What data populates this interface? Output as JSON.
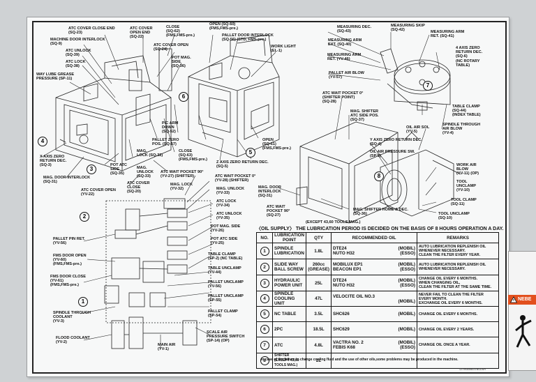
{
  "labels": {
    "atc_cover_close_end": "ATC COVER CLOSE END\n(SQ-23)",
    "machine_door_interlock": "MACHINE DOOR INTERLOCK\n(SQ-9)",
    "atc_unlock": "ATC UNLOCK\n(SQ-39)",
    "atc_lock": "ATC LOCK\n(SQ-38)",
    "way_lube": "WAY LUBE GREASE\nPRESSURE (SP-11)",
    "atc_cover_open_end": "ATC COVER\nOPEN END\n(SQ-22)",
    "close_sq62": "CLOSE\n(SQ-62)\n(FMS,FMS-pre.)",
    "atc_cover_open_sq24": "ATC COVER OPEN\n(SQ-24)",
    "pot_mag_side_sq36": "POT MAG.\nSIDE\n(SQ-36)",
    "open_sq60": "OPEN (SQ-60)\n(FMS,FMS-pre.)",
    "pallet_door_interlock": "PALLET DOOR INTERLOCK\n(SQ-56) (STD, FMS-pre.)",
    "work_light": "WORK LIGHT\n(EL-1)",
    "measuring_dec": "MEASURING DEC.\n(SQ-43)",
    "measuring_skip": "MEASURING SKIP\n(SQ-42)",
    "measuring_arm_ext": "MEASURING ARM\nEXT. (SQ-40)",
    "measuring_arm_ret_yv46": "MEASURING ARM\nRET. (YV-46)",
    "measuring_arm_ret_sq41": "MEASURING ARM\nRET. (SQ-41)",
    "four_axis_zero": "4 AXIS ZERO\nRETURN DEC.\n(SQ-6)\n(NC ROTARY\nTABLE)",
    "pallet_air_blow": "PALLET AIR BLOW\n(YV-57)",
    "atc_wait_pocket_0_sq28": "ATC WAIT POCKET 0°\n(SHIFTER POINT)\n(SQ-28)",
    "mag_shifter_atc_side": "MAG. SHIFTER\nATC SIDE POS.\n(SQ-37)",
    "table_clamp_sq44": "TABLE CLAMP\n(SQ-44)\n(INDEX TABLE)",
    "spindle_through_air_blow": "SPINDLE THROUGH\nAIR BLOW\n(YV-4)",
    "oil_air_sol": "OIL AIR SOL\n(YV-5)",
    "y_axis_zero": "Y AXIS ZERO RETURN DEC.\n(SQ-4)",
    "oil_air_pressure_sw": "OIL AIR PRESSURE SW.\n(SP-5)",
    "work_air_blow": "WORK AIR\nBLOW\n(YV-11) (OP)",
    "tool_unclamp_yv10": "TOOL\nUNCLAMP\n(YV-10)",
    "tool_clamp_sq11": "TOOL CLAMP\n(SQ-11)",
    "tool_unclamp_sq10": "TOOL UNCLAMP\n(SQ-10)",
    "mag_shifter_home": "MAG. SHIFTER HOME & DEC.\n(SQ-36)",
    "p_c_arm_down": "P/C ARM\nDOWN\n(SQ-52)",
    "pallet_zero_pos": "PALLET ZERO\nPOS. (SQ-57)",
    "x_axis_zero": "X AXIS ZERO\nRETURN DEC.\n(SQ-3)",
    "mag_lock_sq32": "MAG.\nLOCK (SQ-32)",
    "close_sq63": "CLOSE\n(SQ-63)\n(FMS,FMS-pre.)",
    "open_sq61": "OPEN\n(SQ-61)\n(FMS,FMS-pre.)",
    "z_axis_zero": "Z AXIS ZERO RETURN DEC.\n(SQ-5)",
    "pot_atc_side_sq35": "POT ATC\nSIDE\n(SQ-35)",
    "mag_unlock_sq33": "MAG.\nUNLOCK\n(SQ-33)",
    "atc_wait_pocket_90_yv27": "ATC WAIT POCKET 90°\n(YV-27) (SHIFTER)",
    "atc_wait_pocket_0_yv28": "ATC WAIT POCKET 0°\n(YV-28) (SHIFTER)",
    "mag_door_interlock_sq31": "MAG. DOOR INTERLOCK\n(SQ-31)",
    "atc_cover_sq20": "ATC COVER\nCLOSE\n(SQ-20)",
    "mag_lock_yv32": "MAG. LOCK\n(YV-32)",
    "mag_unlock_yv33": "MAG. UNLOCK\n(YV-33)",
    "mag_door_interlock_right": "MAG. DOOR\nINTERLOCK\n(SQ-31)",
    "atc_wait_pocket_90_sq27": "ATC WAIT\nPOCKET 90°\n(SQ-27)",
    "atc_cover_open_yv22": "ATC COVER OPEN\n(YV-22)",
    "atc_lock_yv34": "ATC LOCK\n(YV-34)",
    "atc_unlock_yv35": "ATC UNLOCK\n(YV-35)",
    "pot_mag_side_yv26": "POT MAG. SIDE\n(YV-26)",
    "pot_atc_side_yv25": "POT ATC SIDE\n(YV-25)",
    "table_clamp_sp2": "TABLE CLAMP\n(SP-2) (NC TABLE)",
    "table_unclamp_yv44": "TABLE UNCLAMP\n(YV-44)",
    "pallet_unclamp_yv56": "PALLET UNCLAMP\n(YV-56)",
    "pallet_unclamp_sp55": "PALLET UNCLAMP\n(SP-55)",
    "pallet_clamp_sp54": "PALLET CLAMP\n(SP-54)",
    "scale_air": "SCALE AIR\nPRESSURE SWITCH\n(SP-14) (OP)",
    "main_air": "MAIN AIR\n(YV-1)",
    "flood_coolant": "FLOOD COOLANT\n(YV-2)",
    "spindle_through_coolant": "SPINDLE THROUGH\nCOOLANT\n(YV-3)",
    "fms_door_close": "FMS DOOR CLOSE\n(YV-61)\n(FMS,FMS-pre.)",
    "fms_door_open": "FMS DOOR OPEN\n(YV-60)\n(FMS,FMS-pre.)",
    "pallet_pin_ret": "PALLET PIN RET.\n(YV-56)",
    "except_tools": "(EXCEPT 43,60 TOOLS MAG.)"
  },
  "callout_numbers": [
    "1",
    "2",
    "3",
    "4",
    "5",
    "6",
    "7",
    "8"
  ],
  "oil_supply": {
    "title": "〈OIL SUPPLY〉",
    "period_note": "THE LUBRICATION PERIOD IS DECIDED ON THE BASIS OF 8 HOURS OPERATION A DAY.",
    "headers": {
      "no": "NO.",
      "point": "LUBRICATION POINT",
      "qty": "QTY",
      "oil": "RECOMMENDED OIL",
      "remarks": "REMARKS"
    },
    "rows": [
      {
        "no": "1",
        "point": "SPINDLE\nLUBRICATION",
        "qty": "1.8L",
        "oil_a": "DTE24",
        "brand_a": "(MOBIL)",
        "oil_b": "NUTO H32",
        "brand_b": "(ESSO)",
        "remarks": "AUTO LUBRICATION REPLENISH OIL WHENEVER NECESSARY.\nCLEAN THE FILTER EVERY YEAR."
      },
      {
        "no": "2",
        "point": "SLIDE WAY\nBALL SCREW",
        "qty": "260cc\n(GREASE)",
        "oil_a": "MOBILUX EP1",
        "brand_a": "(MOBIL)",
        "oil_b": "BEACON EP1",
        "brand_b": "(ESSO)",
        "remarks": "AUTO LUBRICATION REPLENISH OIL WHENEVER NECESSARY."
      },
      {
        "no": "3",
        "point": "HYDRAULIC\nPOWER UNIT",
        "qty": "25L",
        "oil_a": "DTE24",
        "brand_a": "(MOBIL)",
        "oil_b": "NUTO H32",
        "brand_b": "(ESSO)",
        "remarks": "CHANGE OIL EVERY 6 MONTHS.\nWHEN CHANGING OIL,\nCLEAN THE FILTER AT THE SAME TIME."
      },
      {
        "no": "4",
        "point": "SPINDLE\nCOOLING UNIT",
        "qty": "47L",
        "oil_a": "VELOCITE OIL NO.3",
        "brand_a": "",
        "oil_b": "",
        "brand_b": "(MOBIL)",
        "remarks": "NEVER FAIL TO CLEAN THE FILTER EVERY MONTH.\nEXCHANGE OIL EVERY 6 MONTHS."
      },
      {
        "no": "5",
        "point": "NC TABLE",
        "qty": "3.5L",
        "oil_a": "SHC626",
        "brand_a": "(MOBIL)",
        "oil_b": "",
        "brand_b": "",
        "remarks": "CHANGE OIL EVERY 6 MONTHS."
      },
      {
        "no": "6",
        "point": "2PC",
        "qty": "18.5L",
        "oil_a": "SHC629",
        "brand_a": "(MOBIL)",
        "oil_b": "",
        "brand_b": "",
        "remarks": "CHANGE OIL EVERY 2 YEARS."
      },
      {
        "no": "7",
        "point": "ATC",
        "qty": "4.8L",
        "oil_a": "VACTRA NO. 2",
        "brand_a": "(MOBIL)",
        "oil_b": "FEBIS K68",
        "brand_b": "(ESSO)",
        "remarks": "CHANGE OIL ONCE A YEAR."
      },
      {
        "no": "8",
        "point": "SHIFTER\n(EXCEPT 43,60 TOOLS MAG.)",
        "qty": "2L",
        "oil_a": "",
        "brand_a": "",
        "oil_b": "",
        "brand_b": "",
        "remarks": ""
      }
    ],
    "footnote": "In case of the failure to change cooling fluid and the use of other oils,some problems may be produced in the machine.",
    "part_no": "12709344843  ENGLISH"
  },
  "sticker": {
    "text": "NEBE"
  }
}
